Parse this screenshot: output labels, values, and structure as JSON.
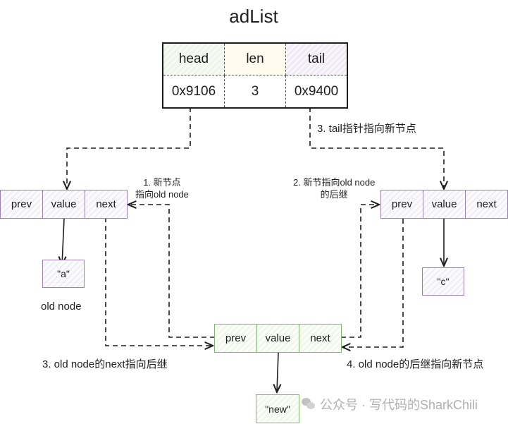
{
  "title": "adList",
  "adlist_table": {
    "headers": [
      "head",
      "len",
      "tail"
    ],
    "values": [
      "0x9106",
      "3",
      "0x9400"
    ]
  },
  "nodes": {
    "old_node": {
      "fields": [
        "prev",
        "value",
        "next"
      ],
      "value": "\"a\"",
      "caption": "old node",
      "color": "#9c82b2"
    },
    "tail_node": {
      "fields": [
        "prev",
        "value",
        "next"
      ],
      "value": "\"c\"",
      "color": "#9c82b2"
    },
    "new_node": {
      "fields": [
        "prev",
        "value",
        "next"
      ],
      "value": "\"new\"",
      "color": "#7fb56e"
    }
  },
  "annotations": {
    "step1_line1": "1. 新节点",
    "step1_line2": "指向old node",
    "step2_line1": "2. 新节指向old node",
    "step2_line2": "的后继",
    "step3_tail": "3. tail指针指向新节点",
    "step3_next": "3. old node的next指向后继",
    "step4": "4. old node的后继指向新节点"
  },
  "watermark": {
    "icon": "wechat-icon",
    "text": "公众号 · 写代码的SharkChili"
  }
}
